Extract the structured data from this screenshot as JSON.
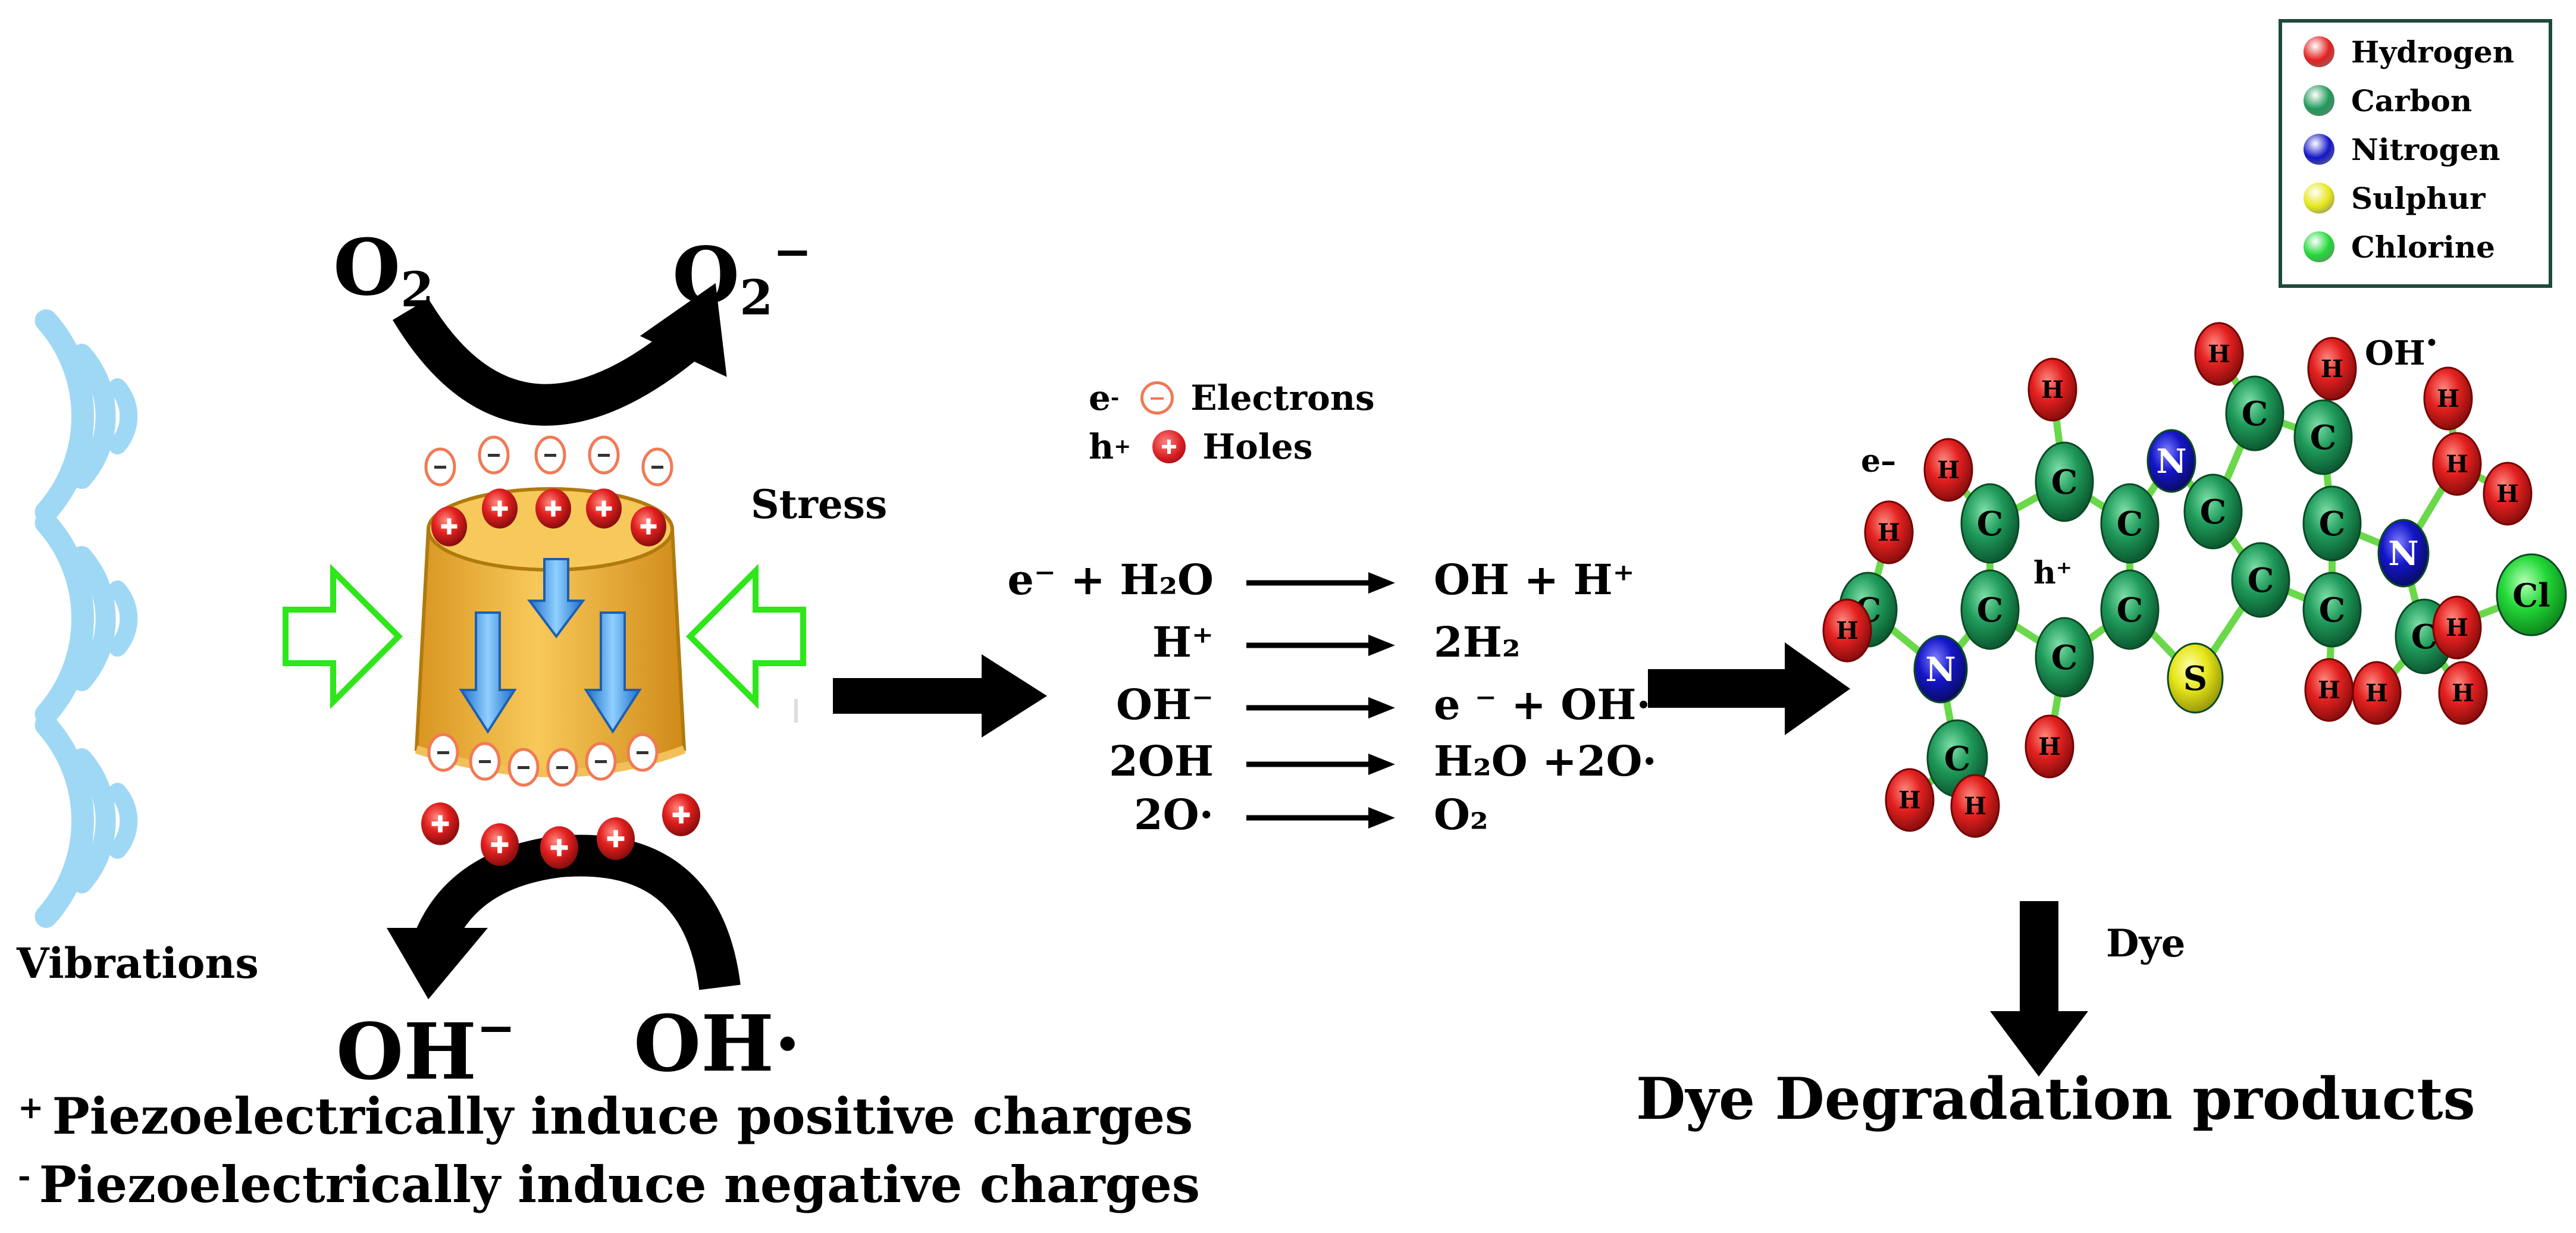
{
  "legend": {
    "items": [
      {
        "label": "Hydrogen",
        "color": "#e2201f"
      },
      {
        "label": "Carbon",
        "color": "#1f9a5a"
      },
      {
        "label": "Nitrogen",
        "color": "#1416c8"
      },
      {
        "label": "Sulphur",
        "color": "#e6e61a"
      },
      {
        "label": "Chlorine",
        "color": "#22d838"
      }
    ]
  },
  "labels": {
    "o2_in": "O",
    "o2_in_sub": "2",
    "o2_out": "O",
    "o2_out_sub": "2",
    "o2_out_sup": "−",
    "stress": "Stress",
    "vibrations": "Vibrations",
    "oh_minus": "OH",
    "oh_minus_sup": "−",
    "oh_radical": "OH·",
    "legend_positive": "Piezoelectrically induce positive charges",
    "legend_negative": "Piezoelectrically induce negative  charges",
    "positive_sign": "+",
    "negative_sign": "-"
  },
  "carriers": {
    "electron_symbol": "e",
    "electron_sup": "-",
    "electron_label": "Electrons",
    "hole_symbol": "h",
    "hole_sup": "+",
    "hole_label": "Holes"
  },
  "reactions": [
    {
      "left": "e⁻ + H₂O",
      "right": "OH + H⁺"
    },
    {
      "left": "H⁺",
      "right": "2H₂"
    },
    {
      "left": "OH⁻",
      "right": "e ⁻ + OH·"
    },
    {
      "left": "2OH",
      "right": "H₂O +2O·"
    },
    {
      "left": "2O·",
      "right": "O₂"
    }
  ],
  "molecule": {
    "atom_labels": {
      "H": "H",
      "C": "C",
      "N": "N",
      "S": "S",
      "Cl": "Cl"
    },
    "e_label": "e–",
    "h_label": "h⁺",
    "oh_label": "OH",
    "oh_dot": "•"
  },
  "dye": {
    "label": "Dye",
    "products": "Dye Degradation products"
  },
  "colors": {
    "cylinder": "#f2b63c",
    "cylinder_top": "#f7c95a",
    "blue_arrow": "#3a8fe0",
    "green_arrow": "#2ee61a",
    "wave": "#9fd8f5",
    "hole": "#d71d22",
    "electron_ring": "#f07a55"
  }
}
